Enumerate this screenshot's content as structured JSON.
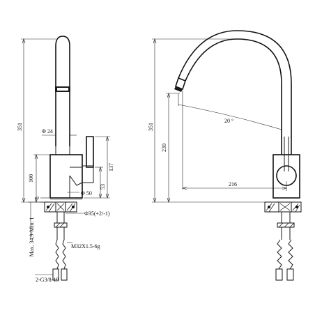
{
  "left_view": {
    "dim_height_total": "351",
    "dim_spout_diameter": "Φ 24",
    "dim_lever_height": "137",
    "dim_body_height": "100",
    "dim_body_diameter": "Φ 50",
    "dim_lever_offset": "53",
    "dim_base_gap": "5",
    "dim_hole_diameter": "Φ35(+2/-1)",
    "dim_max_thickness": "Max. 34.9-Min. 1",
    "dim_thread": "M32X1.5-6g",
    "dim_hose_connector": "2-G3/8-19"
  },
  "right_view": {
    "dim_height_total": "351",
    "dim_spout_height": "230",
    "dim_swivel_angle": "20 °",
    "dim_reach": "216"
  }
}
